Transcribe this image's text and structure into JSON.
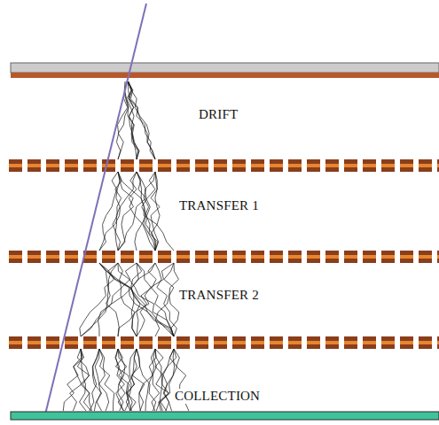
{
  "diagram": {
    "labels": [
      "DRIFT",
      "TRANSFER 1",
      "TRANSFER 2",
      "COLLECTION"
    ]
  }
}
